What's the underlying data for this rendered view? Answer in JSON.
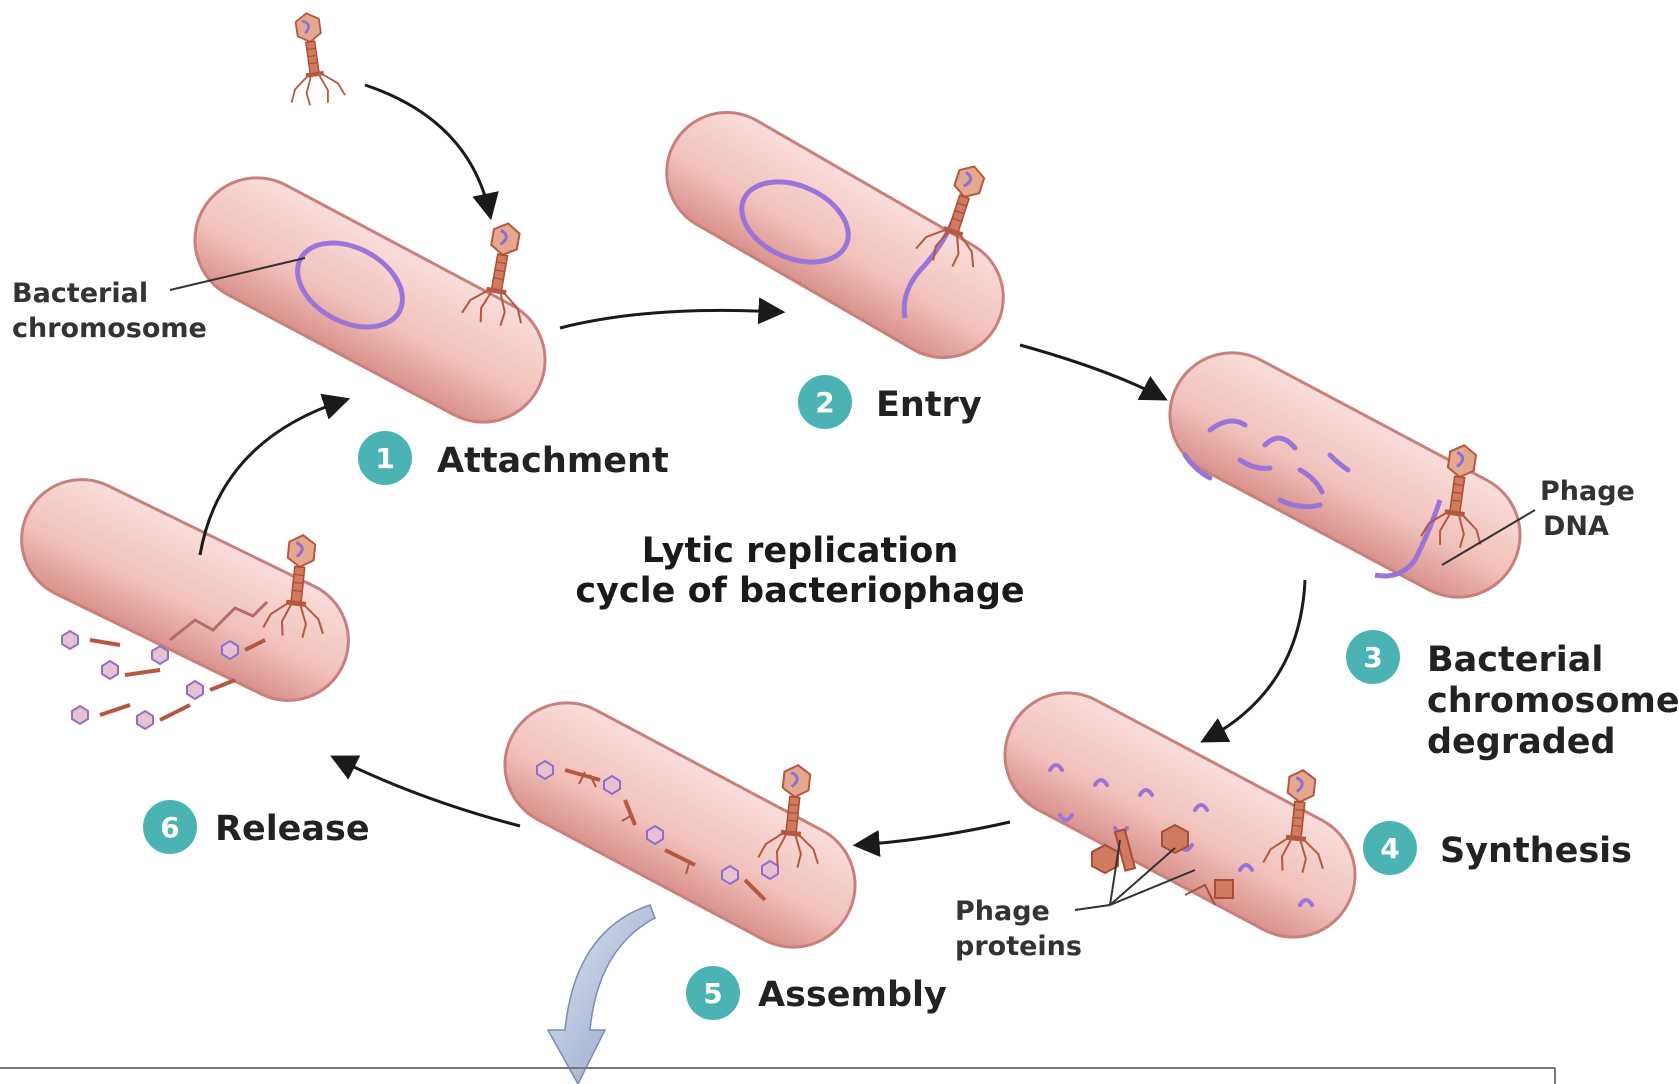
{
  "title": {
    "line1": "Lytic replication",
    "line2": "cycle of bacteriophage"
  },
  "stages": [
    {
      "number": "1",
      "label": "Attachment"
    },
    {
      "number": "2",
      "label": "Entry"
    },
    {
      "number": "3",
      "label_lines": [
        "Bacterial",
        "chromosome",
        "degraded"
      ]
    },
    {
      "number": "4",
      "label": "Synthesis"
    },
    {
      "number": "5",
      "label": "Assembly"
    },
    {
      "number": "6",
      "label": "Release"
    }
  ],
  "callouts": {
    "bacterial_chromosome": [
      "Bacterial",
      "chromosome"
    ],
    "phage_dna": [
      "Phage",
      "DNA"
    ],
    "phage_proteins": [
      "Phage",
      "proteins"
    ]
  },
  "colors": {
    "step_badge": "#4bb3b4",
    "bacterium_fill": "#f3c6c2",
    "bacterium_edge": "#c9807d",
    "dna": "#8e6fd0",
    "phage": "#c9654a",
    "arrow": "#1a1a1a"
  }
}
